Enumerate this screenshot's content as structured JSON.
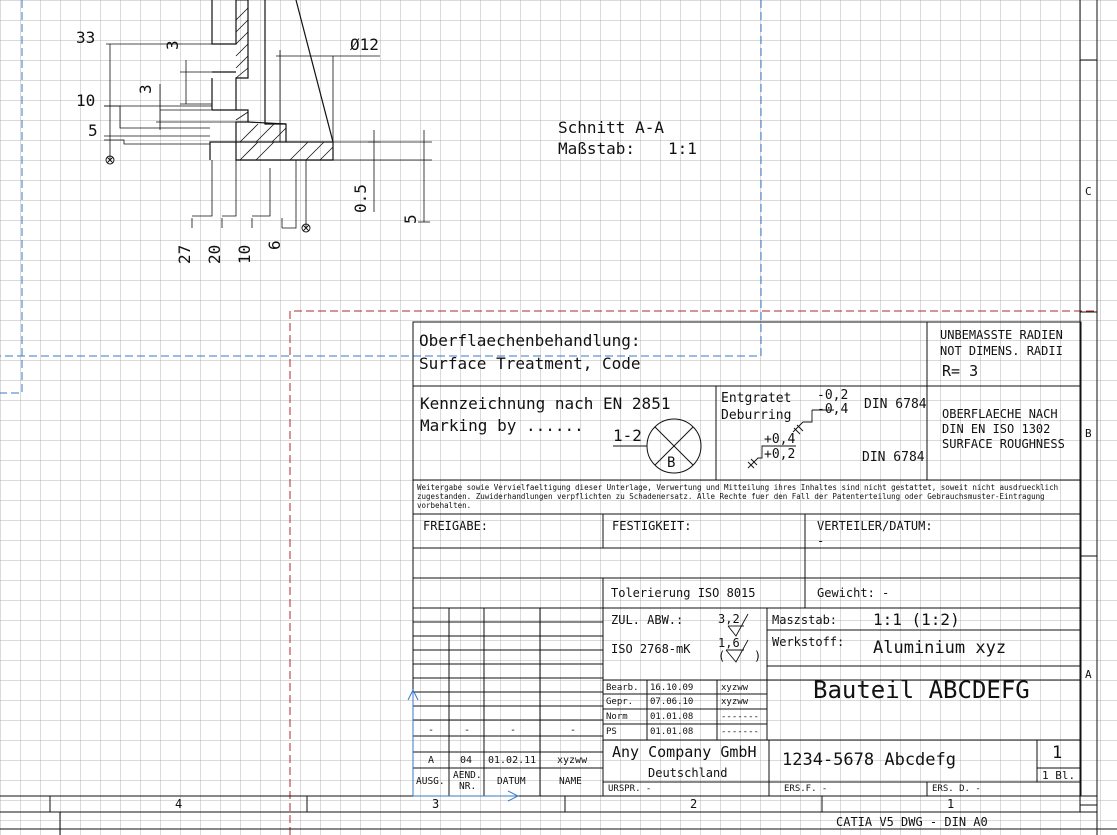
{
  "section": {
    "title": "Schnitt A-A",
    "scale_label": "Maßstab:",
    "scale_value": "1:1"
  },
  "dimensions": {
    "d33": "33",
    "d10": "10",
    "d5": "5",
    "d3a": "3",
    "d3b": "3",
    "dia12": "Ø12",
    "d05": "0.5",
    "d5r": "5",
    "d27": "27",
    "d20": "20",
    "d10b": "10",
    "d6": "6"
  },
  "title_block": {
    "surface_line1": "Oberflaechenbehandlung:",
    "surface_line2": "Surface Treatment, Code",
    "radii_line1": "UNBEMASSTE RADIEN",
    "radii_line2": "NOT DIMENS. RADII",
    "radii_value": "R= 3",
    "marking_line1": "Kennzeichnung nach EN 2851",
    "marking_line2": "Marking by ......",
    "marking_code": "1-2",
    "marking_letter": "B",
    "deburr_line1": "Entgratet",
    "deburr_line2": "Deburring",
    "tol_neg1": "-0,2",
    "tol_neg2": "-0,4",
    "tol_pos1": "+0,4",
    "tol_pos2": "+0,2",
    "din1": "DIN 6784",
    "din2": "DIN 6784",
    "rough_line1": "OBERFLAECHE NACH",
    "rough_line2": "DIN EN ISO 1302",
    "rough_line3": "SURFACE ROUGHNESS",
    "legal_line1": "Weitergabe sowie Vervielfaeltigung dieser Unterlage, Verwertung und Mitteilung ihres Inhaltes sind nicht gestattet, soweit nicht ausdruecklich",
    "legal_line2": "zugestanden. Zuwiderhandlungen verpflichten zu Schadenersatz. Alle Rechte fuer den Fall der Patenterteilung oder Gebrauchsmuster-Eintragung",
    "legal_line3": "vorbehalten.",
    "freigabe": "FREIGABE:",
    "festigkeit": "FESTIGKEIT:",
    "verteiler": "VERTEILER/DATUM:",
    "verteiler_value": "-",
    "tolerierung": "Tolerierung ISO 8015",
    "gewicht": "Gewicht:  -",
    "zul_abw": "ZUL. ABW.:",
    "iso2768": "ISO 2768-mK",
    "rough_a_top": "3,2",
    "rough_b_top": "1,6",
    "rough_b_paren_open": "(",
    "rough_b_paren_close": ")",
    "maszstab_label": "Maszstab:",
    "maszstab_value": "1:1 (1:2)",
    "werkstoff_label": "Werkstoff:",
    "werkstoff_value": "Aluminium xyz",
    "part_name": "Bauteil ABCDEFG",
    "company": "Any Company GmbH",
    "country": "Deutschland",
    "drawing_no": "1234-5678 Abcdefg",
    "sheet_no": "1",
    "sheet_total": "1 Bl.",
    "urspr": "URSPR. -",
    "ers_f": "ERS.F. -",
    "ers_d": "ERS. D. -",
    "sig_rows": [
      {
        "label": "Bearb.",
        "date": "16.10.09",
        "name": "xyzww"
      },
      {
        "label": "Gepr.",
        "date": "07.06.10",
        "name": "xyzww"
      },
      {
        "label": "Norm",
        "date": "01.01.08",
        "name": "-------"
      },
      {
        "label": "PS",
        "date": "01.01.08",
        "name": "-------"
      }
    ],
    "rev_dash_row": [
      "-",
      "-",
      "-",
      "-"
    ],
    "rev_row": [
      "A",
      "04",
      "01.02.11",
      "xyzww"
    ],
    "rev_headers": {
      "ausg": "AUSG.",
      "aend1": "AEND.",
      "aend2": "NR.",
      "datum": "DATUM",
      "name": "NAME"
    }
  },
  "frame": {
    "zones_bottom": [
      "4",
      "3",
      "2",
      "1"
    ],
    "zones_right": [
      "C",
      "B",
      "A"
    ],
    "footer": "CATIA V5 DWG - DIN A0"
  },
  "colors": {
    "blue_dash": "#3a78c8",
    "red_dash": "#b02828",
    "line": "#111111"
  }
}
